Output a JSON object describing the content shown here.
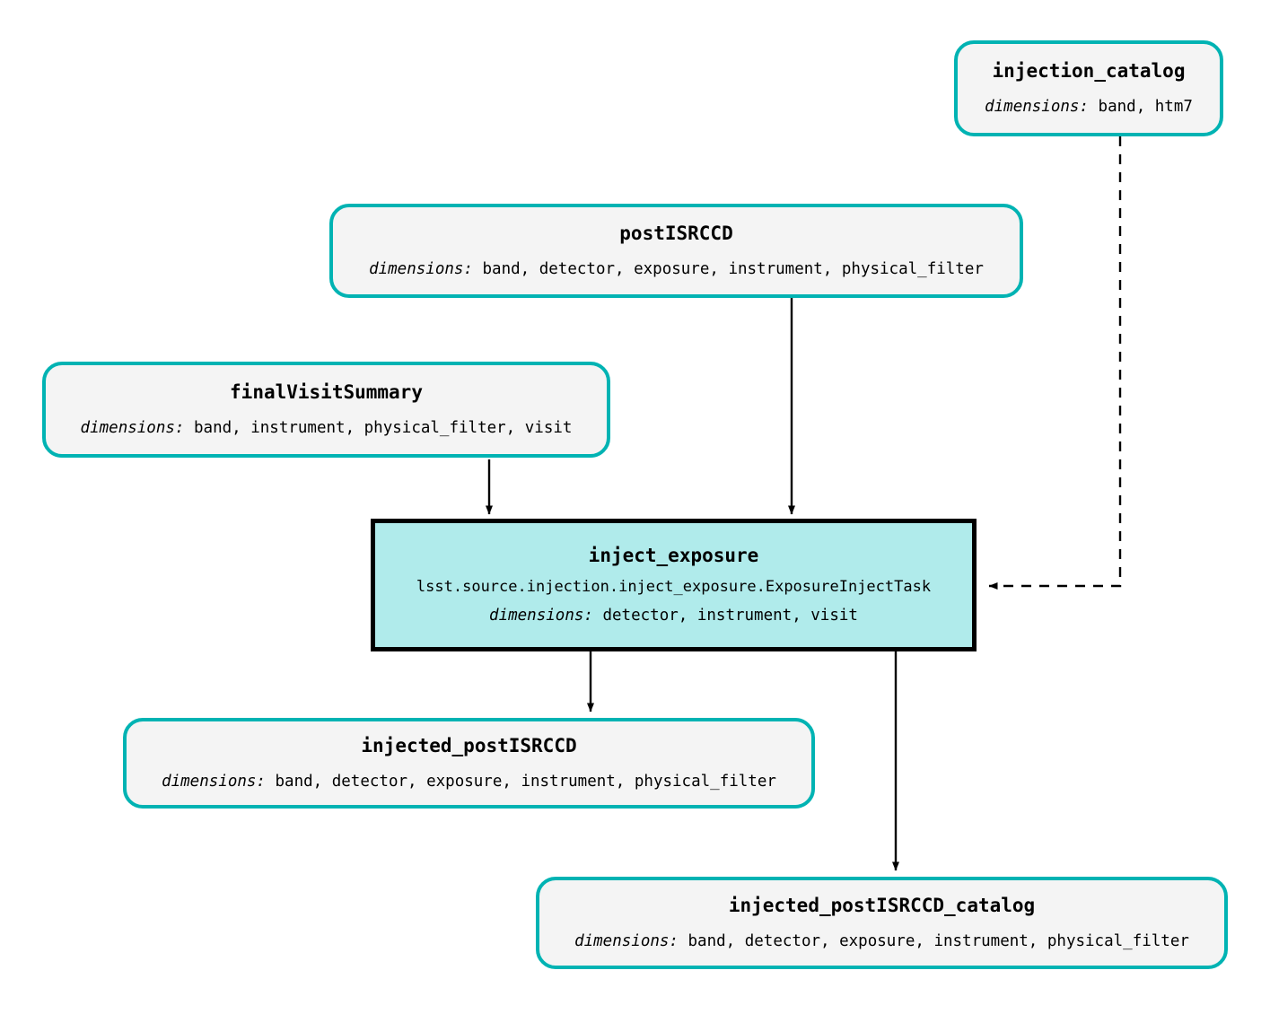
{
  "diagram": {
    "type": "pipeline-task-graph",
    "title": "inject_exposure pipeline graph",
    "background_color": "#ffffff",
    "dataset_border_color": "#00b3b3",
    "dataset_fill_color": "#f4f4f4",
    "task_border_color": "#000000",
    "task_fill_color": "#b0ebeb",
    "edge_color": "#000000"
  },
  "nodes": {
    "injection_catalog": {
      "title": "injection_catalog",
      "dims_label": "dimensions:",
      "dimensions": "band, htm7",
      "kind": "dataset"
    },
    "postISRCCD": {
      "title": "postISRCCD",
      "dims_label": "dimensions:",
      "dimensions": "band, detector, exposure, instrument, physical_filter",
      "kind": "dataset"
    },
    "finalVisitSummary": {
      "title": "finalVisitSummary",
      "dims_label": "dimensions:",
      "dimensions": "band, instrument, physical_filter, visit",
      "kind": "dataset"
    },
    "inject_exposure": {
      "title": "inject_exposure",
      "class_path": "lsst.source.injection.inject_exposure.ExposureInjectTask",
      "dims_label": "dimensions:",
      "dimensions": "detector, instrument, visit",
      "kind": "task"
    },
    "injected_postISRCCD": {
      "title": "injected_postISRCCD",
      "dims_label": "dimensions:",
      "dimensions": "band, detector, exposure, instrument, physical_filter",
      "kind": "dataset"
    },
    "injected_postISRCCD_catalog": {
      "title": "injected_postISRCCD_catalog",
      "dims_label": "dimensions:",
      "dimensions": "band, detector, exposure, instrument, physical_filter",
      "kind": "dataset"
    }
  },
  "edges": [
    {
      "from": "injection_catalog",
      "to": "inject_exposure",
      "style": "dashed"
    },
    {
      "from": "postISRCCD",
      "to": "inject_exposure",
      "style": "solid"
    },
    {
      "from": "finalVisitSummary",
      "to": "inject_exposure",
      "style": "solid"
    },
    {
      "from": "inject_exposure",
      "to": "injected_postISRCCD",
      "style": "solid"
    },
    {
      "from": "inject_exposure",
      "to": "injected_postISRCCD_catalog",
      "style": "solid"
    }
  ]
}
